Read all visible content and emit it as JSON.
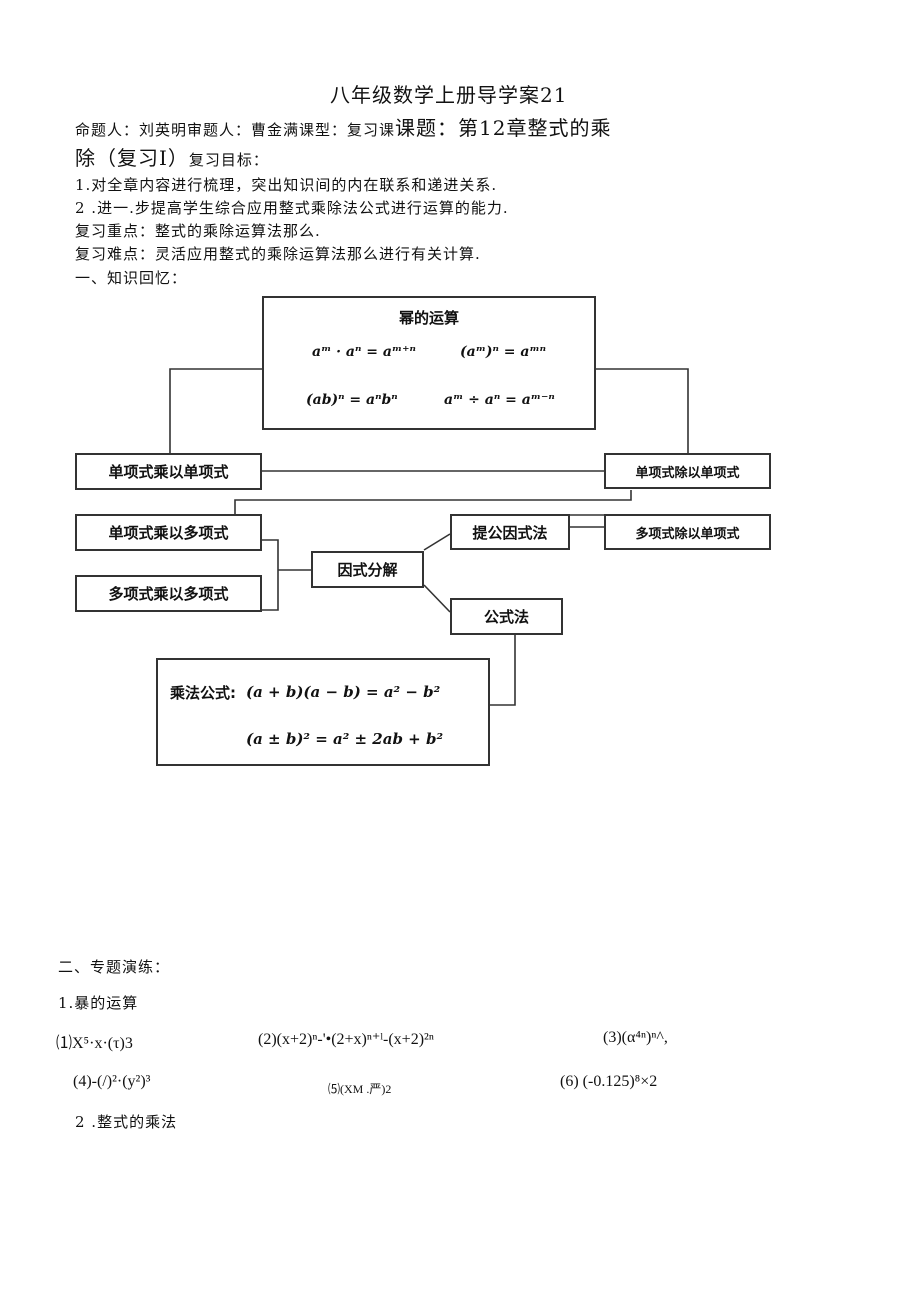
{
  "header": {
    "title": "八年级数学上册导学案21",
    "line1_small": "命题人：刘英明审题人：曹金满课型：复习课",
    "line1_big": "课题：第12章整式的乘",
    "line2_big": "除（复习Ⅰ）",
    "line2_small": "复习目标："
  },
  "objectives": [
    "1.对全章内容进行梳理，突出知识间的内在联系和递进关系.",
    "2 .进一.步提高学生综合应用整式乘除法公式进行运算的能力.",
    "复习重点：整式的乘除运算法那么.",
    "复习难点：灵活应用整式的乘除运算法那么进行有关计算."
  ],
  "section1": "一、知识回忆：",
  "diagram": {
    "power_title": "幂的运算",
    "power_f1": "aᵐ · aⁿ = aᵐ⁺ⁿ",
    "power_f2": "(aᵐ)ⁿ = aᵐⁿ",
    "power_f3": "(ab)ⁿ = aⁿbⁿ",
    "power_f4": "aᵐ ÷ aⁿ = aᵐ⁻ⁿ",
    "mono_times_mono": "单项式乘以单项式",
    "mono_times_poly": "单项式乘以多项式",
    "poly_times_poly": "多项式乘以多项式",
    "mono_div_mono": "单项式除以单项式",
    "poly_div_mono": "多项式除以单项式",
    "factorize": "因式分解",
    "common_factor": "提公因式法",
    "formula_method": "公式法",
    "mult_formula_label": "乘法公式:",
    "mult_f1": "(a + b)(a − b) = a² − b²",
    "mult_f2": "(a ± b)² = a² ± 2ab + b²"
  },
  "section2": "二、专题演练：",
  "topic1": "1.暴的运算",
  "exercises": {
    "e1": "⑴X⁵·x·(τ)3",
    "e2": "(2)(x+2)ⁿ-'•(2+x)ⁿ⁺ˡ-(x+2)²ⁿ",
    "e3": "(3)(α⁴ⁿ)ⁿ^,",
    "e4": "(4)-(/)²·(y²)³",
    "e5": "⑸(XM .严)2",
    "e6": "(6) (-0.125)⁸×2"
  },
  "topic2": "2 .整式的乘法"
}
